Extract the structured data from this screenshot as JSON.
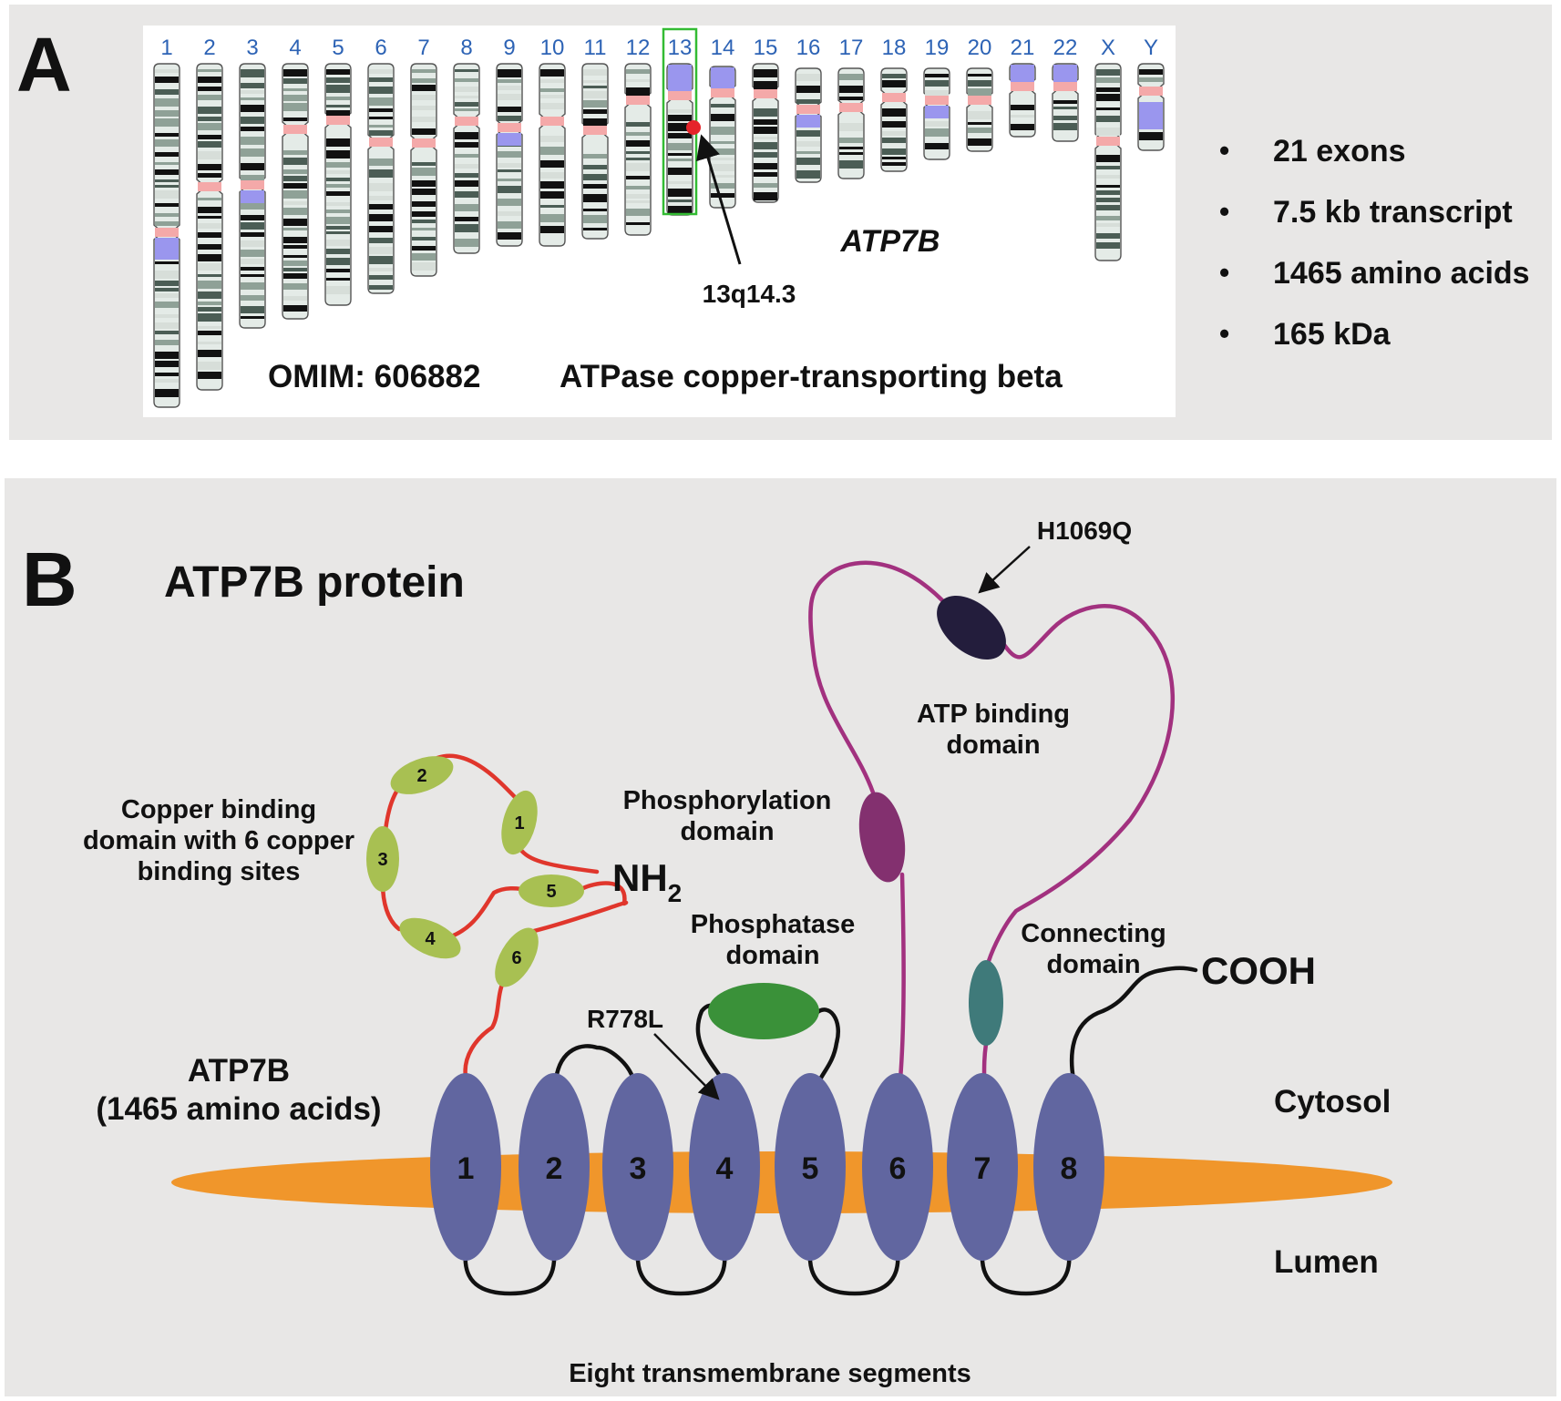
{
  "panel_a": {
    "letter": "A",
    "chromosomes": [
      "1",
      "2",
      "3",
      "4",
      "5",
      "6",
      "7",
      "8",
      "9",
      "10",
      "11",
      "12",
      "13",
      "14",
      "15",
      "16",
      "17",
      "18",
      "19",
      "20",
      "21",
      "22",
      "X",
      "Y"
    ],
    "highlighted": "13",
    "gene": "ATP7B",
    "locus": "13q14.3",
    "omim": "OMIM: 606882",
    "gene_name": "ATPase copper-transporting beta",
    "facts": [
      "21 exons",
      "7.5 kb transcript",
      "1465 amino acids",
      "165 kDa"
    ],
    "bullet": "•"
  },
  "panel_b": {
    "letter": "B",
    "title": "ATP7B protein",
    "protein_label": "ATP7B",
    "protein_length": "(1465 amino acids)",
    "copper_domain": [
      "Copper binding",
      "domain with 6 copper",
      "binding sites"
    ],
    "copper_sites": [
      "1",
      "2",
      "3",
      "4",
      "5",
      "6"
    ],
    "nh2_main": "NH",
    "nh2_sub": "2",
    "cooh": "COOH",
    "phosphorylation": [
      "Phosphorylation",
      "domain"
    ],
    "phosphatase": [
      "Phosphatase",
      "domain"
    ],
    "atp_binding": [
      "ATP binding",
      "domain"
    ],
    "connecting": [
      "Connecting",
      "domain"
    ],
    "mutation_1": "H1069Q",
    "mutation_2": "R778L",
    "tm_segments": [
      "1",
      "2",
      "3",
      "4",
      "5",
      "6",
      "7",
      "8"
    ],
    "cytosol": "Cytosol",
    "lumen": "Lumen",
    "caption": "Eight transmembrane segments"
  },
  "colors": {
    "background_b": "#e8e7e6",
    "membrane": "#f0962b",
    "tm_helix": "#6166a0",
    "copper_site": "#a8c052",
    "n_term_line": "#e0362c",
    "c_loop_line": "#a2317f",
    "phosphorylation_domain": "#83306f",
    "atp_domain": "#231d3c",
    "phosphatase_domain": "#3a9139",
    "connecting_domain": "#3f7a7a",
    "centromere": "#f4a9a9",
    "heterochromatin": "#9a96ee",
    "highlight_box": "#33bb33",
    "locus_dot": "#e5242a",
    "chrom_number": "#2d63b5"
  }
}
